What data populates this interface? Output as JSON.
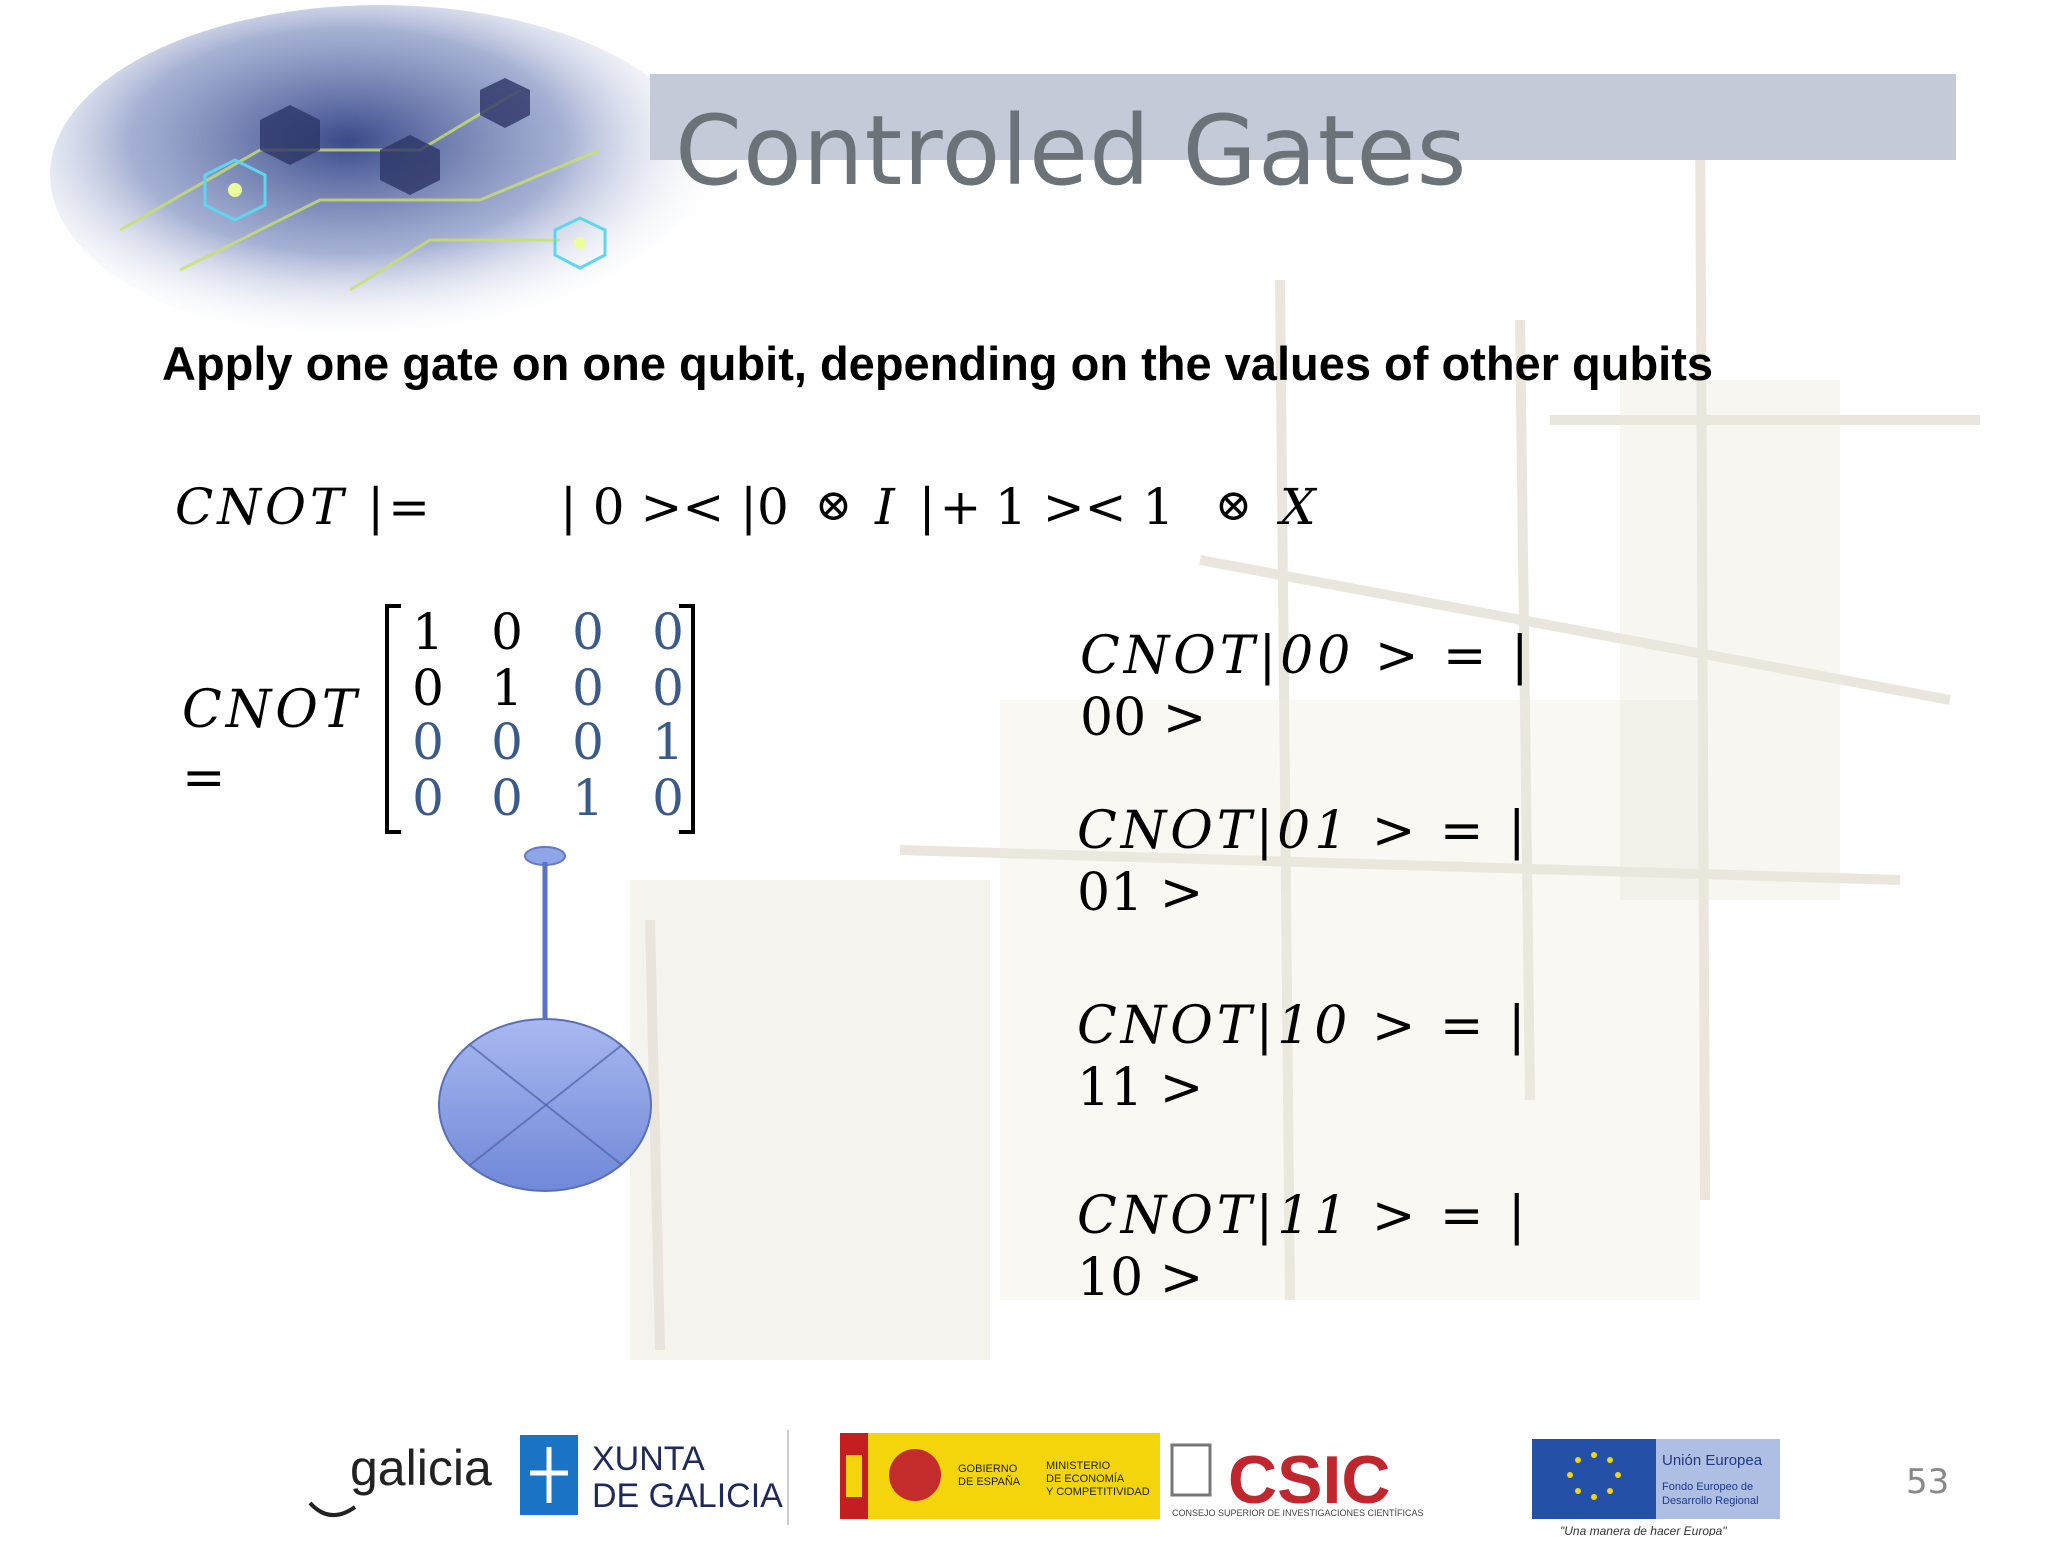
{
  "slide": {
    "title": "Controled Gates",
    "subtitle": "Apply one gate on one qubit, depending on the values of other qubits",
    "page_number": "53"
  },
  "formula": {
    "lhs": "CNOT |=",
    "term1": "| 0 >< |0",
    "tensor1": "⊗",
    "op1": "I |+",
    "term2": "1 >< 1",
    "tensor2": "⊗",
    "op2": "X"
  },
  "matrix": {
    "label": "CNOT",
    "equals": "=",
    "rows": [
      [
        "1",
        "0",
        "0",
        "0"
      ],
      [
        "0",
        "1",
        "0",
        "0"
      ],
      [
        "0",
        "0",
        "0",
        "1"
      ],
      [
        "0",
        "0",
        "1",
        "0"
      ]
    ]
  },
  "results": [
    {
      "line1": "CNOT|00 > = |",
      "line2": "00 >"
    },
    {
      "line1": "CNOT|01 > = |",
      "line2": "01 >"
    },
    {
      "line1": "CNOT|10 > = |",
      "line2": "11 >"
    },
    {
      "line1": "CNOT|11 > = |",
      "line2": "10 >"
    }
  ],
  "logos": {
    "galicia": "galicia",
    "xunta_line1": "XUNTA",
    "xunta_line2": "DE GALICIA",
    "gobierno_line1": "GOBIERNO",
    "gobierno_line2": "DE ESPAÑA",
    "ministerio_line1": "MINISTERIO",
    "ministerio_line2": "DE ECONOMÍA",
    "ministerio_line3": "Y COMPETITIVIDAD",
    "csic": "CSIC",
    "csic_sub": "CONSEJO SUPERIOR DE INVESTIGACIONES CIENTÍFICAS",
    "eu_title": "Unión Europea",
    "eu_sub1": "Fondo Europeo de",
    "eu_sub2": "Desarrollo Regional",
    "eu_motto": "\"Una manera de hacer Europa\""
  },
  "colors": {
    "title_band": "#c4cad8",
    "title_text": "#6b7378",
    "matrix_blue": "#3a5a8a",
    "gate_fill": "#8ea5e8"
  }
}
